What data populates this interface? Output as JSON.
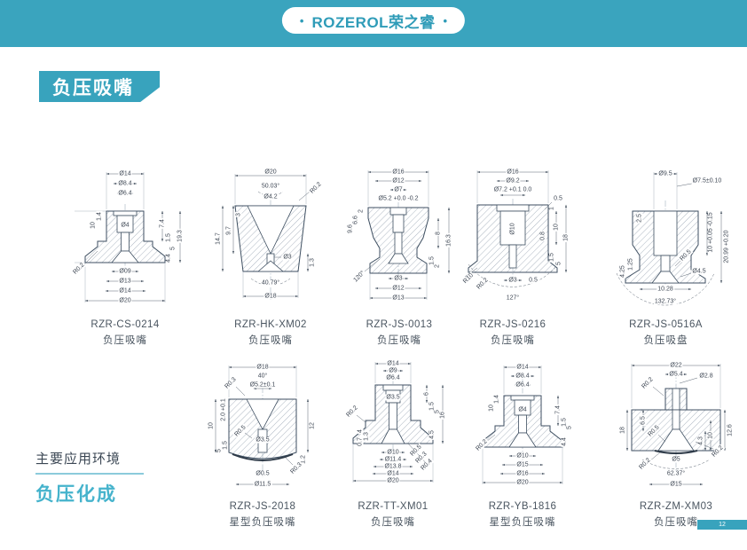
{
  "colors": {
    "teal": "#38a3bd",
    "drawing_line": "#3d4e60"
  },
  "header": {
    "brand": "ROZEROL荣之睿",
    "bullet": "•"
  },
  "section_title": "负压吸嘴",
  "footer": {
    "app_env_label": "主要应用环境",
    "app_env_value": "负压化成",
    "page_number": "12"
  },
  "figures": [
    {
      "model": "RZR-CS-0214",
      "caption": "负压吸嘴",
      "dims": [
        "Ø14",
        "Ø8.4",
        "Ø6.4",
        "1.4",
        "10",
        "Ø4",
        "7.4",
        "1.5",
        "5",
        "4.4",
        "19.3",
        "R0.2",
        "Ø09",
        "Ø13",
        "Ø14",
        "Ø20"
      ]
    },
    {
      "model": "RZR-HK-XM02",
      "caption": "负压吸嘴",
      "dims": [
        "Ø20",
        "50.03°",
        "Ø4.2",
        "R0.2",
        "14.7",
        "9.7",
        "3",
        "1.3",
        "Ø3",
        "40.79°",
        "Ø18"
      ]
    },
    {
      "model": "RZR-JS-0013",
      "caption": "负压吸嘴",
      "dims": [
        "Ø16",
        "Ø12",
        "Ø7",
        "Ø5.2 +0.0 -0.2",
        "2",
        "6.6",
        "9.6",
        "8",
        "16.3",
        "1.5",
        "2",
        "Ø3",
        "Ø12",
        "Ø13",
        "120°"
      ]
    },
    {
      "model": "RZR-JS-0216",
      "caption": "负压吸嘴",
      "dims": [
        "Ø16",
        "Ø9.2",
        "Ø7.2 +0.1 0.0",
        "0.5",
        "1",
        "10",
        "0.8",
        "18",
        "1.5",
        "5",
        "Ø10",
        "R10",
        "R0.2",
        "Ø3",
        "0.5",
        "127°"
      ]
    },
    {
      "model": "RZR-JS-0516A",
      "caption": "负压吸盘",
      "dims": [
        "Ø9.5",
        "Ø7.5±0.10",
        "2.5",
        "1.25",
        "4.25",
        "10 +0.05 -0.15",
        "20.99 +0.20",
        "R0.5",
        "Ø4.5",
        "10.28",
        "132.73°"
      ]
    },
    {
      "model": "RZR-JS-2018",
      "caption": "星型负压吸嘴",
      "dims": [
        "Ø18",
        "40°",
        "Ø5.2±0.1",
        "R0.3",
        "10",
        "2.0 +0.1",
        "1.5",
        "5",
        "Ø3.5",
        "R0.5",
        "12",
        "1.2",
        "Ø0.5",
        "R0.3",
        "Ø11.5"
      ]
    },
    {
      "model": "RZR-TT-XM01",
      "caption": "负压吸嘴",
      "dims": [
        "Ø14",
        "Ø9",
        "Ø6.4",
        "Ø3.5",
        "4",
        "1.3",
        "0.7",
        "R0.2",
        "6",
        "1.5",
        "5",
        "16",
        "4.5",
        "Ø10",
        "Ø11.4",
        "Ø13.8",
        "Ø14",
        "Ø20",
        "R0.5",
        "R0.3",
        "R0.4"
      ]
    },
    {
      "model": "RZR-YB-1816",
      "caption": "星型负压吸嘴",
      "dims": [
        "Ø14",
        "Ø8.4",
        "Ø6.4",
        "1.4",
        "10",
        "Ø4",
        "7.4",
        "1.5",
        "5",
        "4.4",
        "R0.2",
        "Ø10",
        "Ø15",
        "Ø16",
        "Ø20"
      ]
    },
    {
      "model": "RZR-ZM-XM03",
      "caption": "负压吸嘴",
      "dims": [
        "Ø22",
        "Ø5.4",
        "Ø2.8",
        "R0.2",
        "6.5",
        "18",
        "R0.5",
        "R0.2",
        "10",
        "12.6",
        "4.3",
        "R0.2",
        "Ø5",
        "62.37°",
        "Ø15"
      ]
    }
  ]
}
